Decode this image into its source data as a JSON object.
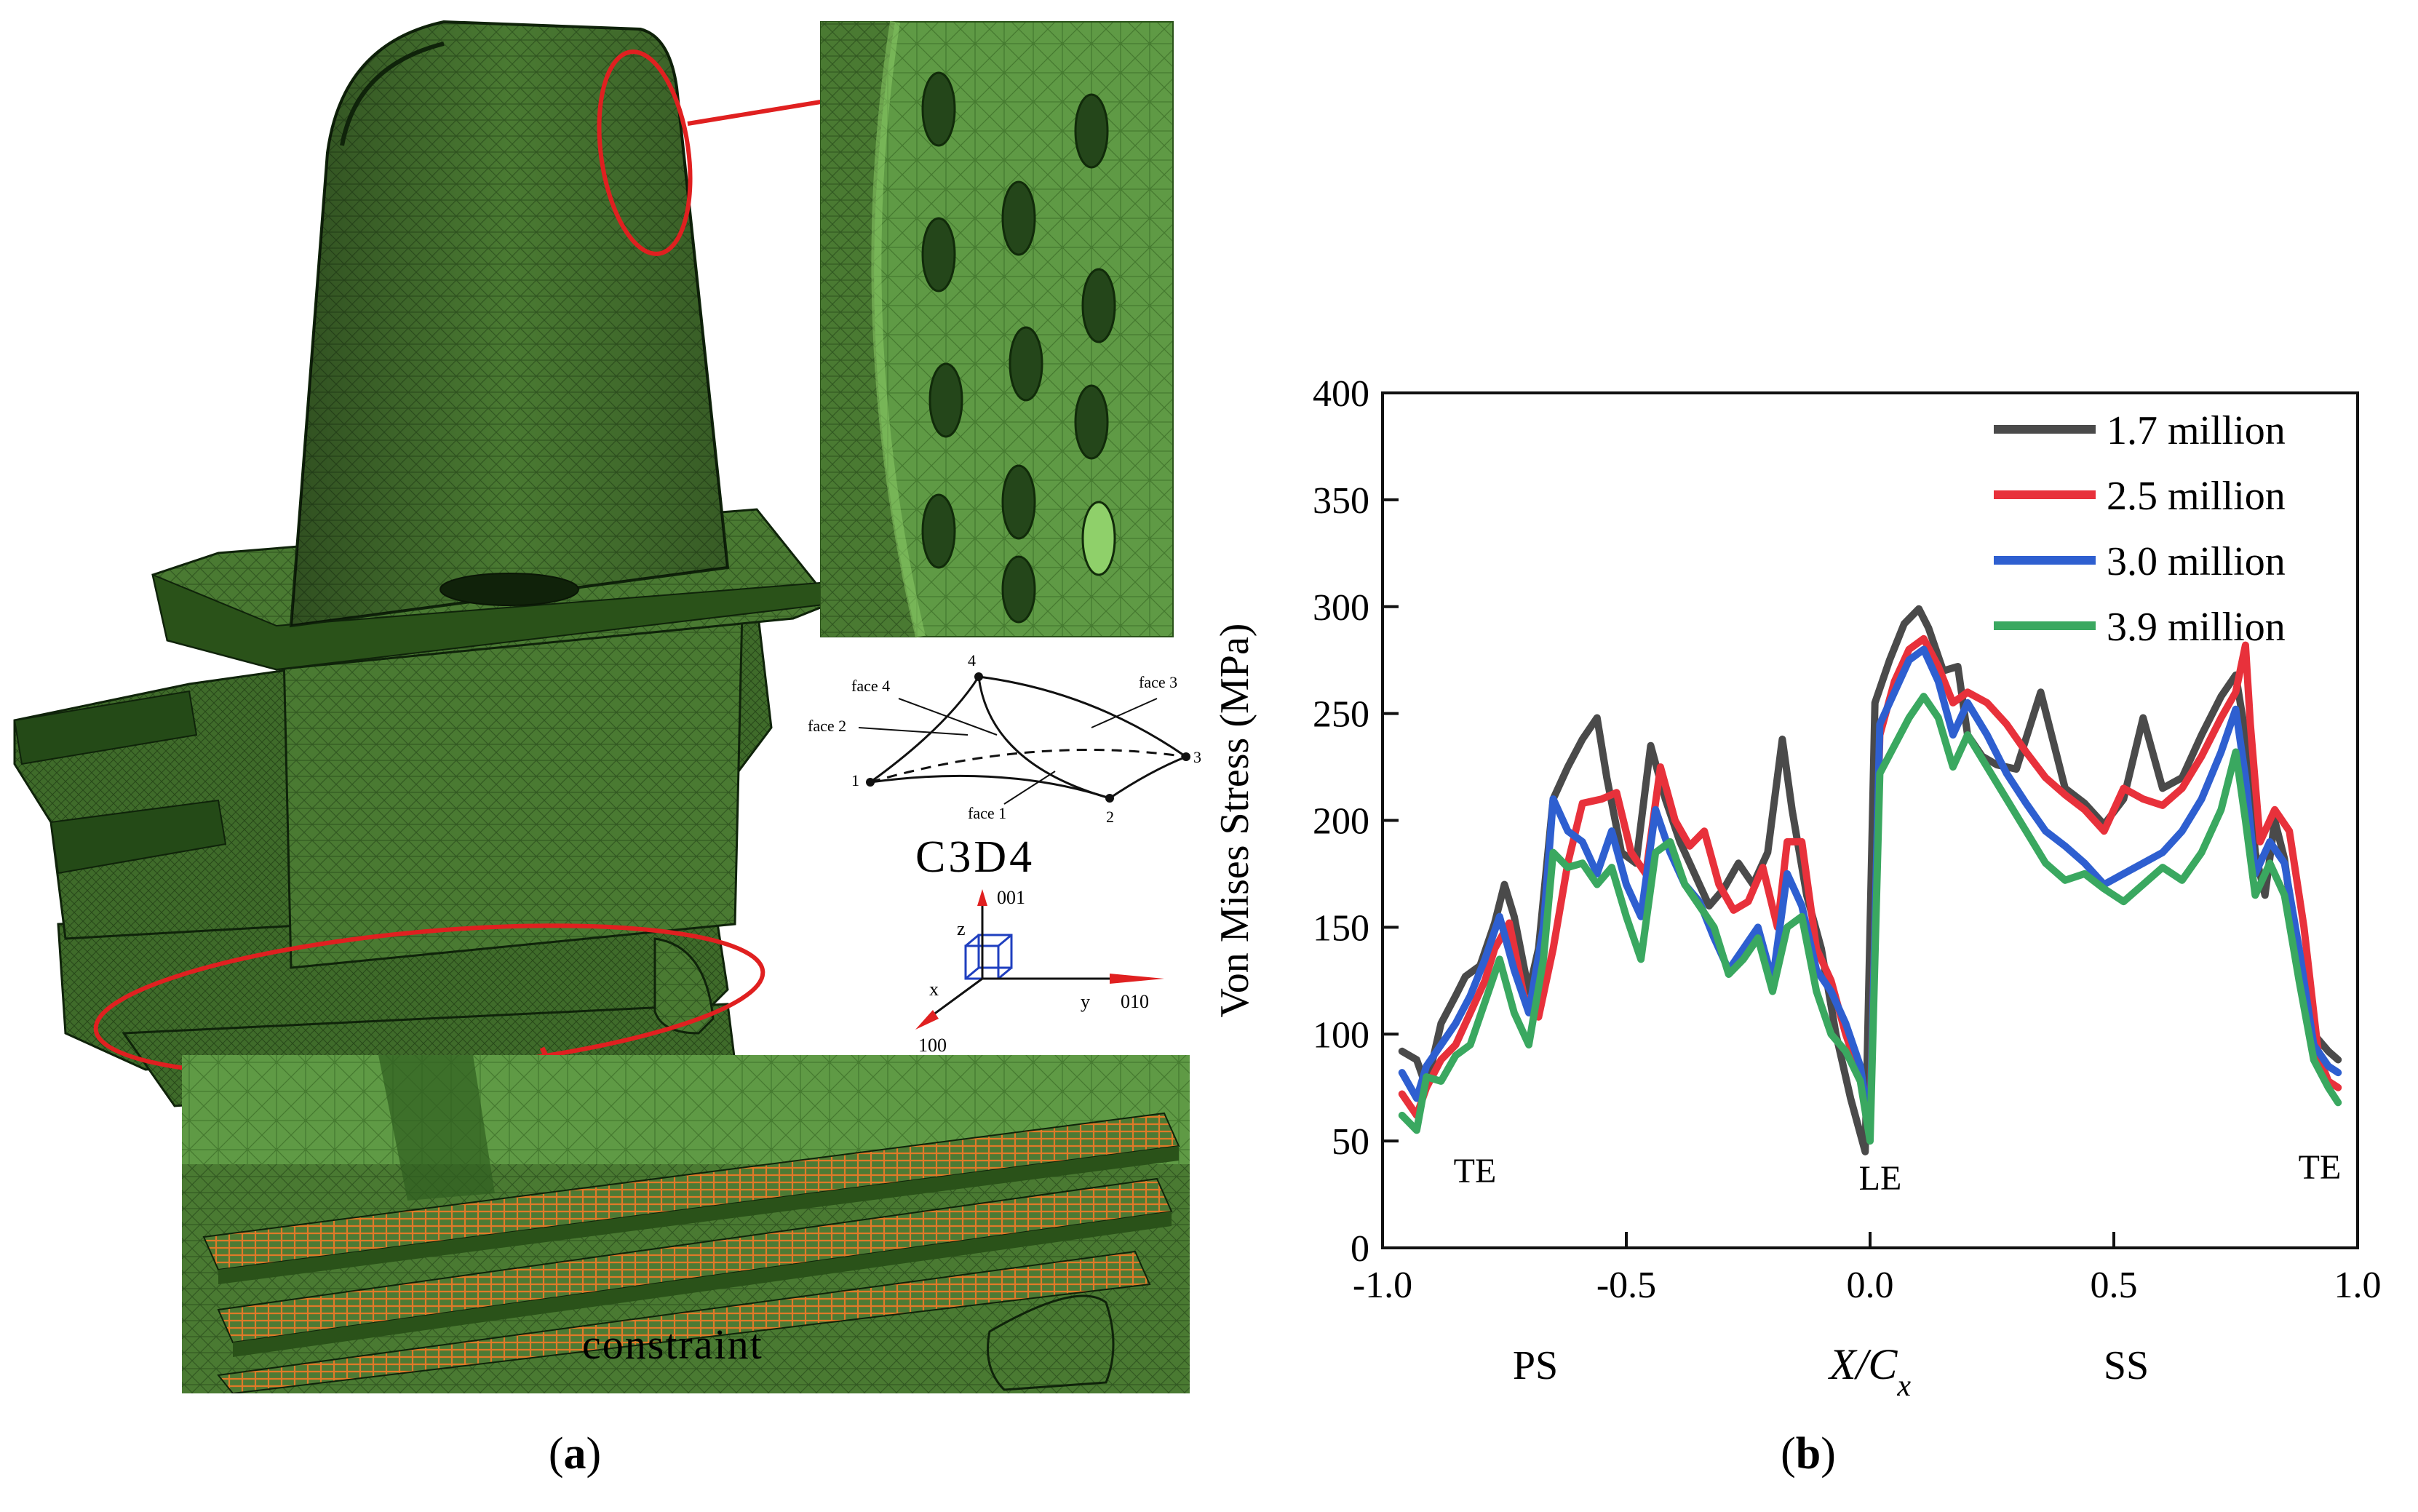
{
  "panels": {
    "a": {
      "caption": "(a)",
      "caption_letter": "a",
      "inset_label": "C3D4",
      "constraint_label": "constraint",
      "element_faces": [
        "face 1",
        "face 2",
        "face 3",
        "face 4"
      ],
      "element_nodes": [
        "1",
        "2",
        "3",
        "4"
      ],
      "axes": {
        "x": "x",
        "y": "y",
        "z": "z",
        "dir_x": "100",
        "dir_y": "010",
        "dir_z": "001"
      }
    },
    "b": {
      "caption": "(b)",
      "caption_letter": "b",
      "annotations": {
        "te_left": "TE",
        "le": "LE",
        "te_right": "TE",
        "ps": "PS",
        "ss": "SS"
      }
    }
  },
  "colors": {
    "mesh_green": "#4a7a32",
    "mesh_dark": "#1e3d14",
    "highlight_red": "#e02020",
    "constraint_orange": "#e07a28",
    "axis_blue": "#1f3fbf"
  },
  "chart_data": {
    "type": "line",
    "xlabel": "X/C",
    "xlabel_sub": "x",
    "ylabel": "Von Mises Stress (MPa)",
    "xlim": [
      -1.0,
      1.0
    ],
    "ylim": [
      0,
      400
    ],
    "xticks": [
      -1.0,
      -0.5,
      0.0,
      0.5,
      1.0
    ],
    "xtick_labels": [
      "-1.0",
      "-0.5",
      "0.0",
      "0.5",
      "1.0"
    ],
    "yticks": [
      0,
      50,
      100,
      150,
      200,
      250,
      300,
      350,
      400
    ],
    "ytick_labels": [
      "0",
      "50",
      "100",
      "150",
      "200",
      "250",
      "300",
      "350",
      "400"
    ],
    "legend_position": "top-right",
    "grid": false,
    "series": [
      {
        "name": "1.7 million",
        "color": "#4a4a4a",
        "x": [
          -0.96,
          -0.93,
          -0.91,
          -0.88,
          -0.85,
          -0.83,
          -0.8,
          -0.77,
          -0.75,
          -0.73,
          -0.7,
          -0.68,
          -0.65,
          -0.62,
          -0.59,
          -0.56,
          -0.54,
          -0.51,
          -0.48,
          -0.45,
          -0.42,
          -0.39,
          -0.36,
          -0.33,
          -0.3,
          -0.27,
          -0.24,
          -0.21,
          -0.18,
          -0.16,
          -0.13,
          -0.1,
          -0.07,
          -0.04,
          -0.01,
          0.01,
          0.04,
          0.07,
          0.1,
          0.12,
          0.15,
          0.18,
          0.2,
          0.23,
          0.26,
          0.3,
          0.35,
          0.4,
          0.44,
          0.48,
          0.52,
          0.56,
          0.6,
          0.64,
          0.68,
          0.72,
          0.75,
          0.77,
          0.79,
          0.81,
          0.83,
          0.85,
          0.88,
          0.91,
          0.94,
          0.96
        ],
        "values": [
          92,
          88,
          75,
          105,
          118,
          127,
          132,
          152,
          170,
          155,
          120,
          140,
          210,
          225,
          238,
          248,
          220,
          185,
          180,
          235,
          210,
          190,
          175,
          160,
          168,
          180,
          170,
          185,
          238,
          205,
          165,
          140,
          100,
          70,
          45,
          255,
          275,
          292,
          299,
          290,
          270,
          272,
          240,
          230,
          226,
          224,
          260,
          215,
          208,
          198,
          210,
          248,
          215,
          220,
          240,
          258,
          268,
          240,
          185,
          165,
          200,
          182,
          130,
          100,
          92,
          88
        ]
      },
      {
        "name": "2.5 million",
        "color": "#e8313b",
        "x": [
          -0.96,
          -0.93,
          -0.91,
          -0.88,
          -0.85,
          -0.82,
          -0.79,
          -0.77,
          -0.74,
          -0.71,
          -0.68,
          -0.65,
          -0.62,
          -0.59,
          -0.55,
          -0.52,
          -0.49,
          -0.46,
          -0.43,
          -0.4,
          -0.37,
          -0.34,
          -0.31,
          -0.28,
          -0.25,
          -0.22,
          -0.19,
          -0.17,
          -0.14,
          -0.11,
          -0.08,
          -0.05,
          -0.02,
          0.0,
          0.02,
          0.05,
          0.08,
          0.11,
          0.14,
          0.17,
          0.2,
          0.24,
          0.28,
          0.32,
          0.36,
          0.4,
          0.44,
          0.48,
          0.52,
          0.56,
          0.6,
          0.64,
          0.68,
          0.72,
          0.75,
          0.77,
          0.78,
          0.8,
          0.83,
          0.86,
          0.89,
          0.92,
          0.94,
          0.96
        ],
        "values": [
          72,
          62,
          75,
          88,
          95,
          110,
          125,
          140,
          152,
          118,
          108,
          140,
          180,
          208,
          210,
          213,
          185,
          175,
          225,
          200,
          188,
          195,
          170,
          158,
          162,
          178,
          150,
          190,
          190,
          140,
          125,
          100,
          80,
          60,
          240,
          265,
          280,
          285,
          272,
          255,
          260,
          255,
          245,
          232,
          220,
          212,
          205,
          195,
          215,
          210,
          207,
          215,
          230,
          248,
          260,
          282,
          245,
          190,
          205,
          195,
          150,
          90,
          78,
          75
        ]
      },
      {
        "name": "3.0 million",
        "color": "#2e5fd0",
        "x": [
          -0.96,
          -0.93,
          -0.91,
          -0.88,
          -0.85,
          -0.82,
          -0.79,
          -0.76,
          -0.73,
          -0.7,
          -0.67,
          -0.65,
          -0.62,
          -0.59,
          -0.56,
          -0.53,
          -0.5,
          -0.47,
          -0.44,
          -0.41,
          -0.38,
          -0.35,
          -0.32,
          -0.29,
          -0.26,
          -0.23,
          -0.2,
          -0.17,
          -0.14,
          -0.11,
          -0.08,
          -0.05,
          -0.02,
          0.0,
          0.02,
          0.05,
          0.08,
          0.11,
          0.14,
          0.17,
          0.2,
          0.24,
          0.28,
          0.32,
          0.36,
          0.4,
          0.44,
          0.48,
          0.52,
          0.56,
          0.6,
          0.64,
          0.68,
          0.72,
          0.75,
          0.77,
          0.79,
          0.82,
          0.85,
          0.88,
          0.91,
          0.94,
          0.96
        ],
        "values": [
          82,
          70,
          85,
          95,
          105,
          118,
          135,
          155,
          130,
          110,
          150,
          210,
          195,
          190,
          175,
          195,
          170,
          155,
          205,
          185,
          170,
          162,
          145,
          130,
          140,
          150,
          125,
          175,
          160,
          130,
          120,
          105,
          85,
          55,
          245,
          260,
          275,
          280,
          265,
          240,
          255,
          240,
          222,
          208,
          195,
          188,
          180,
          170,
          175,
          180,
          185,
          195,
          210,
          232,
          252,
          220,
          175,
          190,
          180,
          140,
          95,
          85,
          82
        ]
      },
      {
        "name": "3.9 million",
        "color": "#3aa860",
        "x": [
          -0.96,
          -0.93,
          -0.91,
          -0.88,
          -0.85,
          -0.82,
          -0.79,
          -0.76,
          -0.73,
          -0.7,
          -0.67,
          -0.65,
          -0.62,
          -0.59,
          -0.56,
          -0.53,
          -0.5,
          -0.47,
          -0.44,
          -0.41,
          -0.38,
          -0.35,
          -0.32,
          -0.29,
          -0.26,
          -0.23,
          -0.2,
          -0.17,
          -0.14,
          -0.11,
          -0.08,
          -0.05,
          -0.02,
          0.0,
          0.02,
          0.05,
          0.08,
          0.11,
          0.14,
          0.17,
          0.2,
          0.24,
          0.28,
          0.32,
          0.36,
          0.4,
          0.44,
          0.48,
          0.52,
          0.56,
          0.6,
          0.64,
          0.68,
          0.72,
          0.75,
          0.77,
          0.79,
          0.82,
          0.85,
          0.88,
          0.91,
          0.94,
          0.96
        ],
        "values": [
          62,
          55,
          80,
          78,
          90,
          95,
          115,
          135,
          110,
          95,
          135,
          185,
          178,
          180,
          170,
          178,
          155,
          135,
          185,
          190,
          170,
          160,
          150,
          128,
          135,
          145,
          120,
          150,
          155,
          120,
          100,
          92,
          78,
          50,
          222,
          235,
          248,
          258,
          248,
          225,
          240,
          225,
          210,
          195,
          180,
          172,
          175,
          168,
          162,
          170,
          178,
          172,
          185,
          205,
          232,
          200,
          165,
          180,
          165,
          125,
          88,
          75,
          68
        ]
      }
    ]
  }
}
